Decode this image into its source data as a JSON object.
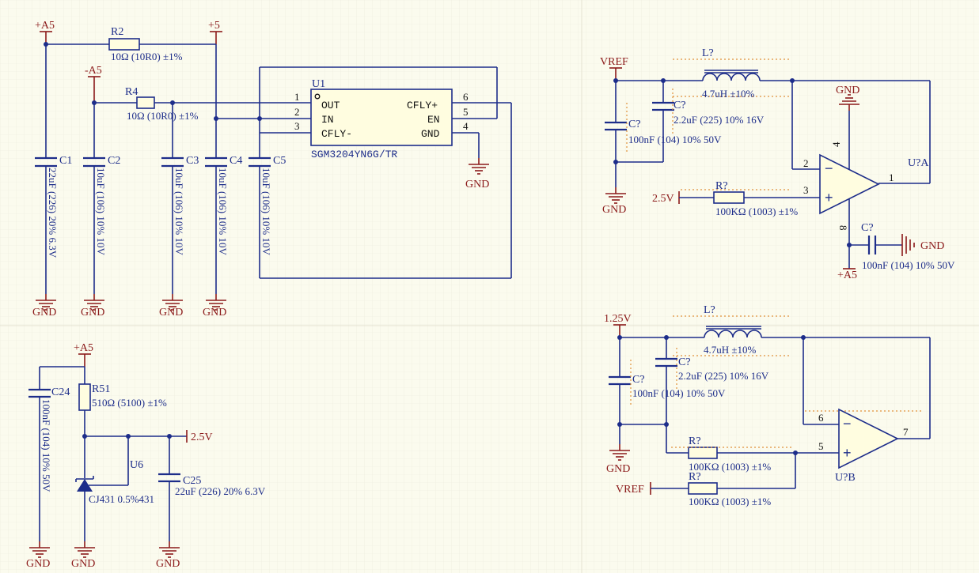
{
  "nets": {
    "pos_a5": "+A5",
    "pos_5": "+5",
    "neg_a5": "-A5",
    "gnd": "GND",
    "vref": "VREF",
    "v2_5": "2.5V",
    "v1_25": "1.25V"
  },
  "resistors": {
    "r2": {
      "des": "R2",
      "val": "10Ω (10R0) ±1%"
    },
    "r4": {
      "des": "R4",
      "val": "10Ω (10R0) ±1%"
    },
    "r51": {
      "des": "R51",
      "val": "510Ω (5100) ±1%"
    },
    "ra": {
      "des": "R?",
      "val": "100KΩ (1003) ±1%"
    },
    "rb1": {
      "des": "R?",
      "val": "100KΩ (1003) ±1%"
    },
    "rb2": {
      "des": "R?",
      "val": "100KΩ (1003) ±1%"
    }
  },
  "capacitors": {
    "c1": {
      "des": "C1",
      "val": "22uF (226) 20% 6.3V"
    },
    "c2": {
      "des": "C2",
      "val": "10uF (106) 10% 10V"
    },
    "c3": {
      "des": "C3",
      "val": "10uF (106) 10% 10V"
    },
    "c4": {
      "des": "C4",
      "val": "10uF (106) 10% 10V"
    },
    "c5": {
      "des": "C5",
      "val": "10uF (106) 10% 10V"
    },
    "c24": {
      "des": "C24",
      "val": "100nF (104) 10% 50V"
    },
    "c25": {
      "des": "C25",
      "val": "22uF (226) 20% 6.3V"
    },
    "ca1": {
      "des": "C?",
      "val": "100nF (104) 10% 50V"
    },
    "ca2": {
      "des": "C?",
      "val": "2.2uF (225) 10% 16V"
    },
    "ca3": {
      "des": "C?",
      "val": "100nF (104) 10% 50V"
    },
    "cb1": {
      "des": "C?",
      "val": "100nF (104) 10% 50V"
    },
    "cb2": {
      "des": "C?",
      "val": "2.2uF (225) 10% 16V"
    }
  },
  "inductors": {
    "la": {
      "des": "L?",
      "val": "4.7uH ±10%"
    },
    "lb": {
      "des": "L?",
      "val": "4.7uH ±10%"
    }
  },
  "u1": {
    "des": "U1",
    "part": "SGM3204YN6G/TR",
    "pins": [
      {
        "num": "1",
        "name": "OUT"
      },
      {
        "num": "2",
        "name": "IN"
      },
      {
        "num": "3",
        "name": "CFLY-"
      },
      {
        "num": "6",
        "name": "CFLY+"
      },
      {
        "num": "5",
        "name": "EN"
      },
      {
        "num": "4",
        "name": "GND"
      }
    ]
  },
  "u6": {
    "des": "U6",
    "part": "CJ431 0.5%431"
  },
  "opamp_a": {
    "des": "U?A",
    "pin_inv": "2",
    "pin_noninv": "3",
    "pin_out": "1",
    "pin_vplus": "4",
    "pin_vminus": "8",
    "minus": "−",
    "plus": "+"
  },
  "opamp_b": {
    "des": "U?B",
    "pin_inv": "6",
    "pin_noninv": "5",
    "pin_out": "7",
    "minus": "−",
    "plus": "+"
  }
}
